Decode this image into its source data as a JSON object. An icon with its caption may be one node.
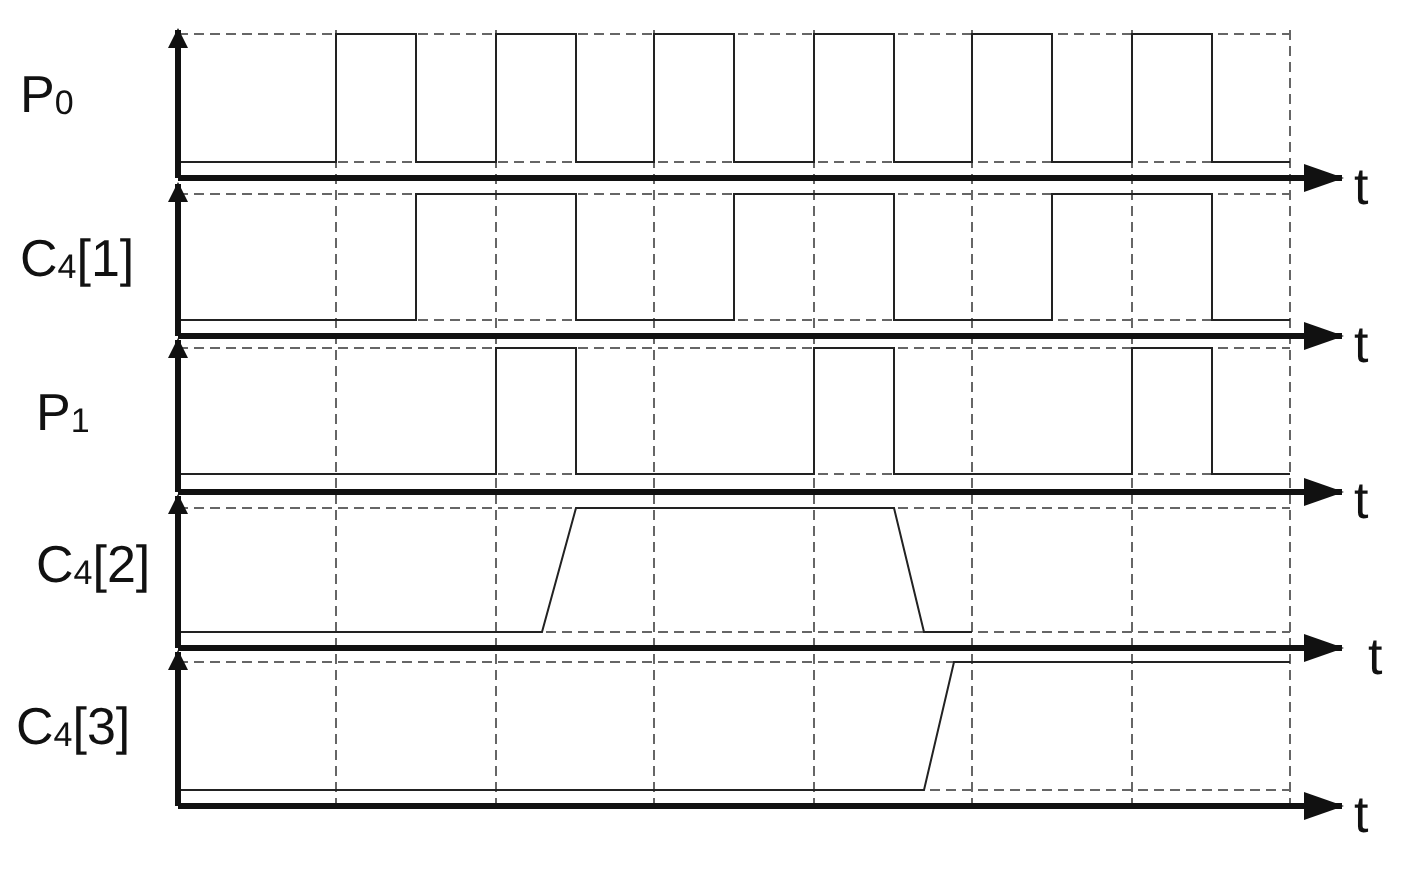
{
  "diagram": {
    "labels": [
      "P$_{0}$",
      "t",
      "C$_{4}$[1]",
      "t",
      "P$_{1}$",
      "t",
      "C$_{4}$[2]",
      "t",
      "C$_{4}$[3]",
      "t"
    ]
  }
}
